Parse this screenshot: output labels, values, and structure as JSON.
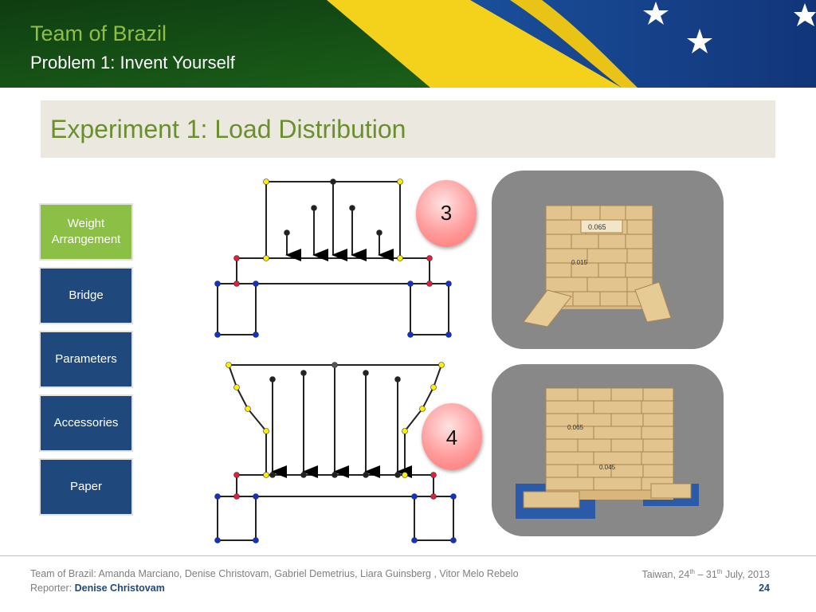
{
  "header": {
    "team_title": "Team of Brazil",
    "problem_title": "Problem 1: Invent Yourself"
  },
  "slide_title": "Experiment 1: Load Distribution",
  "nav": [
    {
      "label": "Weight Arrangement",
      "active": true
    },
    {
      "label": "Bridge",
      "active": false
    },
    {
      "label": "Parameters",
      "active": false
    },
    {
      "label": "Accessories",
      "active": false
    },
    {
      "label": "Paper",
      "active": false
    }
  ],
  "badges": [
    "3",
    "4"
  ],
  "photos": [
    {
      "labels": [
        "0.065",
        "0.015"
      ]
    },
    {
      "labels": [
        "0.065",
        "0.045"
      ]
    }
  ],
  "footer": {
    "authors": "Team of Brazil: Amanda Marciano, Denise Christovam, Gabriel Demetrius, Liara Guinsberg , Vitor Melo Rebelo",
    "reporter_label": "Reporter:",
    "reporter_name": "Denise Christovam",
    "location": "Taiwan, 24",
    "sup1": "th",
    "dash": " – 31",
    "sup2": "th",
    "date_tail": " July, 2013",
    "page": "24"
  },
  "colors": {
    "green_accent": "#8cbf45",
    "navy": "#1f497d",
    "title_green": "#6b8e2e",
    "title_bg": "#ebe9df",
    "node_yellow": "#ffee00",
    "node_red": "#e0203a",
    "node_blue": "#1030d0"
  }
}
